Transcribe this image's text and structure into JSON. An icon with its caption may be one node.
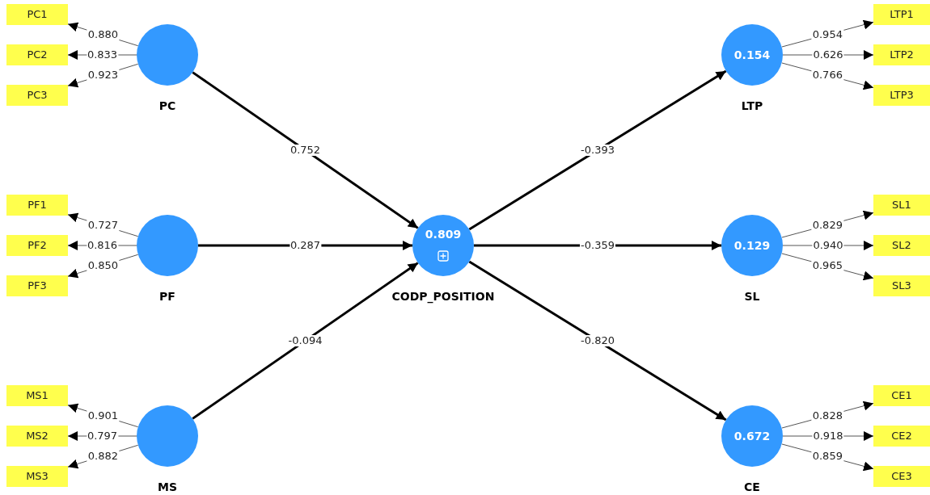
{
  "diagram": {
    "nodes": [
      {
        "text": [
          "PC"
        ]
      },
      {
        "text": [
          "PF"
        ]
      },
      {
        "text": [
          "MS"
        ]
      },
      {
        "text": [
          "0.809",
          "CODP_POSITION"
        ]
      },
      {
        "text": [
          "0.154",
          "LTP"
        ]
      },
      {
        "text": [
          "0.129",
          "SL"
        ]
      },
      {
        "text": [
          "0.672",
          "CE"
        ]
      },
      {
        "text": [
          "PC1"
        ]
      },
      {
        "text": [
          "PC2"
        ]
      },
      {
        "text": [
          "PC3"
        ]
      },
      {
        "text": [
          "PF1"
        ]
      },
      {
        "text": [
          "PF2"
        ]
      },
      {
        "text": [
          "PF3"
        ]
      },
      {
        "text": [
          "MS1"
        ]
      },
      {
        "text": [
          "MS2"
        ]
      },
      {
        "text": [
          "MS3"
        ]
      },
      {
        "text": [
          "LTP1"
        ]
      },
      {
        "text": [
          "LTP2"
        ]
      },
      {
        "text": [
          "LTP3"
        ]
      },
      {
        "text": [
          "SL1"
        ]
      },
      {
        "text": [
          "SL2"
        ]
      },
      {
        "text": [
          "SL3"
        ]
      },
      {
        "text": [
          "CE1"
        ]
      },
      {
        "text": [
          "CE2"
        ]
      },
      {
        "text": [
          "CE3"
        ]
      }
    ],
    "edges": [
      {
        "from": 0,
        "to": 3,
        "arrow": "to",
        "label": "0.752",
        "style": "thick"
      },
      {
        "from": 1,
        "to": 3,
        "arrow": "to",
        "label": "0.287",
        "style": "thick"
      },
      {
        "from": 2,
        "to": 3,
        "arrow": "to",
        "label": "-0.094",
        "style": "thick"
      },
      {
        "from": 3,
        "to": 4,
        "arrow": "to",
        "label": "-0.393",
        "style": "thick"
      },
      {
        "from": 3,
        "to": 5,
        "arrow": "to",
        "label": "-0.359",
        "style": "thick"
      },
      {
        "from": 3,
        "to": 6,
        "arrow": "to",
        "label": "-0.820",
        "style": "thick"
      },
      {
        "from": 0,
        "to": 7,
        "arrow": "to",
        "label": "0.880"
      },
      {
        "from": 0,
        "to": 8,
        "arrow": "to",
        "label": "0.833"
      },
      {
        "from": 0,
        "to": 9,
        "arrow": "to",
        "label": "0.923"
      },
      {
        "from": 1,
        "to": 10,
        "arrow": "to",
        "label": "0.727"
      },
      {
        "from": 1,
        "to": 11,
        "arrow": "to",
        "label": "0.816"
      },
      {
        "from": 1,
        "to": 12,
        "arrow": "to",
        "label": "0.850"
      },
      {
        "from": 2,
        "to": 13,
        "arrow": "to",
        "label": "0.901"
      },
      {
        "from": 2,
        "to": 14,
        "arrow": "to",
        "label": "0.797"
      },
      {
        "from": 2,
        "to": 15,
        "arrow": "to",
        "label": "0.882"
      },
      {
        "from": 4,
        "to": 16,
        "arrow": "to",
        "label": "0.954"
      },
      {
        "from": 4,
        "to": 17,
        "arrow": "to",
        "label": "0.626"
      },
      {
        "from": 4,
        "to": 18,
        "arrow": "to",
        "label": "0.766"
      },
      {
        "from": 5,
        "to": 19,
        "arrow": "to",
        "label": "0.829"
      },
      {
        "from": 5,
        "to": 20,
        "arrow": "to",
        "label": "0.940"
      },
      {
        "from": 5,
        "to": 21,
        "arrow": "to",
        "label": "0.965"
      },
      {
        "from": 6,
        "to": 22,
        "arrow": "to",
        "label": "0.828"
      },
      {
        "from": 6,
        "to": 23,
        "arrow": "to",
        "label": "0.918"
      },
      {
        "from": 6,
        "to": 24,
        "arrow": "to",
        "label": "0.859"
      }
    ]
  }
}
